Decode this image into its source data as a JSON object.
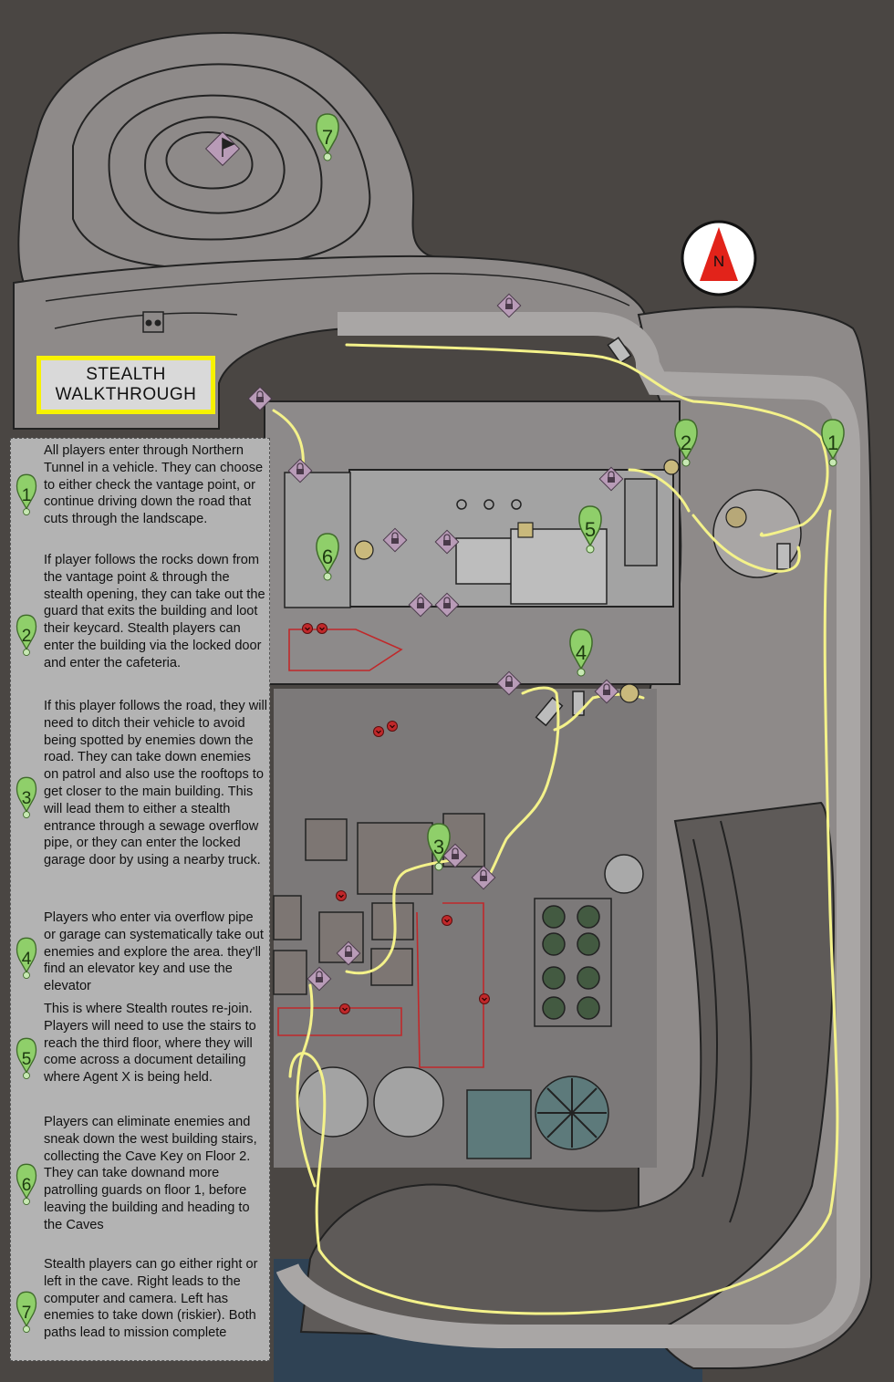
{
  "title": {
    "line1": "STEALTH",
    "line2": "WALKTHROUGH"
  },
  "compass": {
    "label": "N"
  },
  "map_markers": [
    {
      "number": "1"
    },
    {
      "number": "2"
    },
    {
      "number": "3"
    },
    {
      "number": "4"
    },
    {
      "number": "5"
    },
    {
      "number": "6"
    },
    {
      "number": "7"
    }
  ],
  "steps": [
    {
      "number": "1",
      "text": "All players enter through Northern Tunnel in a vehicle. They can choose to either check the vantage point, or continue driving down the road that cuts through the landscape."
    },
    {
      "number": "2",
      "text": "If player follows the rocks down from the vantage point & through the stealth opening, they can take out the guard that exits the building and loot their keycard. Stealth players can enter the building via the locked door and enter the cafeteria."
    },
    {
      "number": "3",
      "text": "If this player follows the road, they will need to ditch their vehicle to avoid being spotted by enemies down the road. They can take down enemies on patrol and also use the rooftops to get closer to the main building. This will lead them to either a stealth entrance through a sewage overflow pipe, or they can enter the locked garage door by using a nearby truck."
    },
    {
      "number": "4",
      "text": "Players who enter via overflow pipe or garage can systematically take out enemies and explore the area. they'll find an elevator key and use the elevator"
    },
    {
      "number": "5",
      "text": "This is where Stealth routes re-join. Players will need to use the stairs to reach the third floor, where they will come across a document detailing where Agent X is being held."
    },
    {
      "number": "6",
      "text": "Players can eliminate enemies and sneak down the west building stairs, collecting the Cave Key on Floor 2. They can take downand more patrolling guards on floor 1, before leaving the building and heading to the Caves"
    },
    {
      "number": "7",
      "text": "Stealth players can go either right or left in the cave. Right leads to the computer and camera. Left has enemies to take down (riskier). Both paths lead to mission complete"
    }
  ],
  "colors": {
    "background": "#4a4643",
    "terrain": "#8e8a89",
    "buildings": "#9a9a9a",
    "water": "#2f4254",
    "route": "#f4f28a",
    "marker": "#8fcf6a",
    "highlight": "#f7f200",
    "enemy": "#c0282a"
  }
}
